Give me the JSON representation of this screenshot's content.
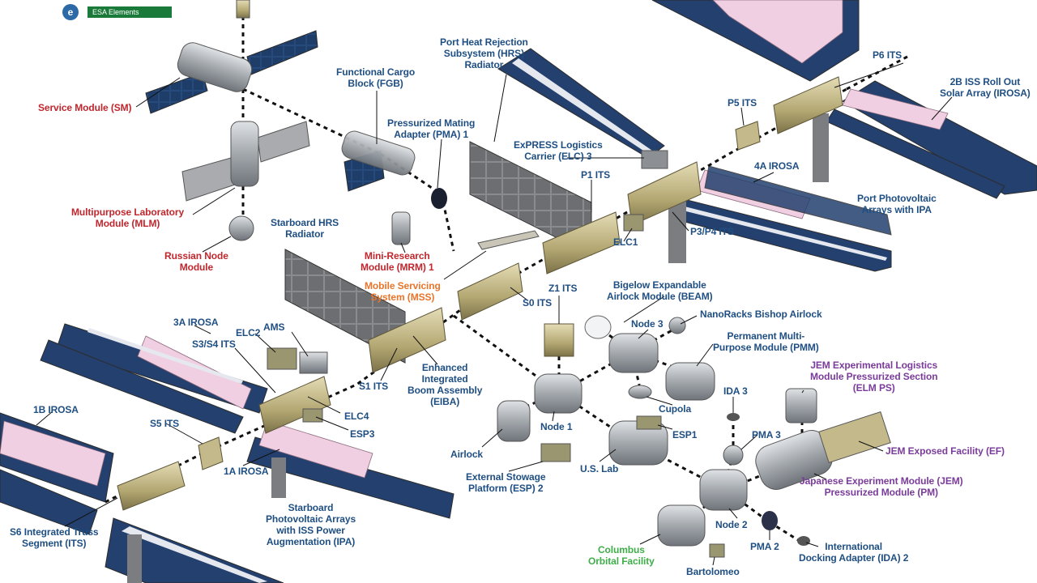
{
  "legend": {
    "text": "ESA Elements"
  },
  "colors": {
    "solar_panel": "#23406e",
    "irosa": "#f1cfe2",
    "truss": "#b8ad7e",
    "module": "#9ea3a8",
    "radiator": "#6e6f72",
    "connector": "#111111",
    "label_blue": "#1f4f82",
    "label_red": "#c0272d",
    "label_orange": "#e8752a",
    "label_purple": "#7a3b9a",
    "label_green": "#3fae49",
    "esa_box": "#1a7a3a"
  },
  "labels": {
    "service_module": "Service Module (SM)",
    "fgb": "Functional Cargo\nBlock (FGB)",
    "port_hrs": "Port Heat Rejection\nSubsystem (HRS)\nRadiator",
    "p6": "P6 ITS",
    "irosa_2b": "2B ISS Roll Out\nSolar Array (IROSA)",
    "pma1": "Pressurized Mating\nAdapter (PMA) 1",
    "p5": "P5 ITS",
    "elc3": "ExPRESS Logistics\nCarrier (ELC) 3",
    "irosa_4a": "4A IROSA",
    "p1": "P1 ITS",
    "port_pv": "Port Photovoltaic\nArrays with IPA",
    "mlm": "Multipurpose Laboratory\nModule (MLM)",
    "starboard_hrs": "Starboard HRS\nRadiator",
    "p3p4": "P3/P4 ITS",
    "elc1": "ELC1",
    "russian_node": "Russian Node\nModule",
    "mrm1": "Mini-Research\nModule (MRM) 1",
    "mss": "Mobile Servicing\nSystem (MSS)",
    "z1": "Z1 ITS",
    "beam": "Bigelow Expandable\nAirlock Module (BEAM)",
    "s0": "S0 ITS",
    "nanoracks": "NanoRacks Bishop Airlock",
    "node3": "Node 3",
    "pmm": "Permanent Multi-\nPurpose Module (PMM)",
    "irosa_3a": "3A IROSA",
    "ams": "AMS",
    "s3s4": "S3/S4 ITS",
    "elc2": "ELC2",
    "eiba": "Enhanced\nIntegrated\nBoom Assembly\n(EIBA)",
    "jem_elm": "JEM Experimental Logistics\nModule Pressurized Section\n(ELM PS)",
    "s1": "S1 ITS",
    "cupola": "Cupola",
    "ida3": "IDA 3",
    "elc4": "ELC4",
    "irosa_1b": "1B IROSA",
    "esp3": "ESP3",
    "node1": "Node 1",
    "esp1": "ESP1",
    "s5": "S5 ITS",
    "pma3": "PMA 3",
    "jem_ef": "JEM Exposed Facility (EF)",
    "airlock": "Airlock",
    "irosa_1a": "1A IROSA",
    "us_lab": "U.S. Lab",
    "esp2": "External Stowage\nPlatform (ESP) 2",
    "jem_pm": "Japanese Experiment Module (JEM)\nPressurized Module (PM)",
    "starboard_pv": "Starboard\nPhotovoltaic Arrays\nwith ISS Power\nAugmentation (IPA)",
    "s6": "S6 Integrated Truss\nSegment (ITS)",
    "node2": "Node 2",
    "columbus": "Columbus\nOrbital Facility",
    "pma2": "PMA 2",
    "ida2": "International\nDocking Adapter (IDA) 2",
    "bartolomeo": "Bartolomeo"
  }
}
